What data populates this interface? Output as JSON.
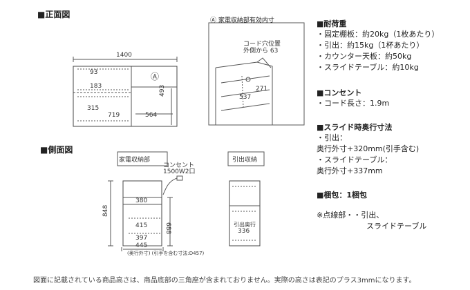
{
  "front_view": {
    "heading": "■正面図",
    "width_label": "1400",
    "dims": [
      "93",
      "183",
      "315",
      "719",
      "564",
      "493"
    ],
    "marker": "Ⓐ"
  },
  "inset": {
    "title": "Ⓐ 家電収納部有効内寸",
    "note_line1": "コード穴位置",
    "note_line2": "外側から 63",
    "dim_271": "271",
    "dim_537": "537"
  },
  "side_view": {
    "heading": "■側面図",
    "panel_left_label": "家電収納部",
    "panel_right_label": "引出収納",
    "outlet_line1": "コンセント",
    "outlet_line2": "1500W2口",
    "height_848": "848",
    "dim_380": "380",
    "dim_415": "415",
    "dim_397": "397",
    "dim_688": "688",
    "dim_445": "445",
    "caption": "(奥行外寸) (引手を含む寸法:D457)",
    "drawer_label": "引出奥行",
    "dim_336": "336"
  },
  "specs": {
    "load_title": "■耐荷重",
    "load_items": [
      "・固定棚板：約20kg（1枚あたり）",
      "・引出：約15kg（1杯あたり）",
      "・カウンター天板：約50kg",
      "・スライドテーブル：約10kg"
    ],
    "outlet_title": "■コンセント",
    "outlet_items": [
      "・コード長さ：1.9m"
    ],
    "slide_title": "■スライド時奥行寸法",
    "slide_items": [
      "・引出：",
      "奥行外寸+320mm(引手含む)",
      "・スライドテーブル：",
      "奥行外寸+337mm"
    ],
    "pack_title": "■梱包：1梱包",
    "note_line1": "※点線部・・引出、",
    "note_line2": "スライドテーブル"
  },
  "footer": "図面に記載されている商品高さは、商品底部の三角座が含まれておりません。実際の高さは表記のプラス3mmになります。"
}
